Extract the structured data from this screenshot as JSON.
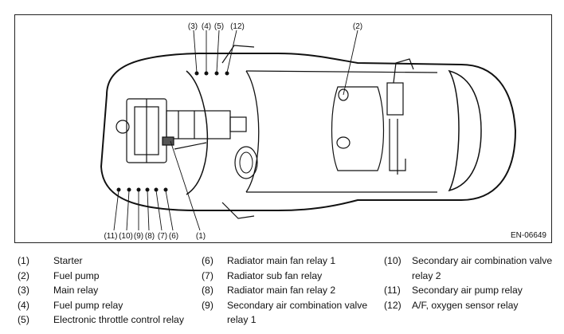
{
  "figure_code": "EN-06649",
  "callouts_top": [
    "(3)",
    "(4)",
    "(5)",
    "(12)"
  ],
  "callout_pump": "(2)",
  "callouts_bottom": [
    "(11)",
    "(10)",
    "(9)",
    "(8)",
    "(7)",
    "(6)"
  ],
  "callout_starter": "(1)",
  "legend": [
    {
      "num": "(1)",
      "text": "Starter"
    },
    {
      "num": "(2)",
      "text": "Fuel pump"
    },
    {
      "num": "(3)",
      "text": "Main relay"
    },
    {
      "num": "(4)",
      "text": "Fuel pump relay"
    },
    {
      "num": "(5)",
      "text": "Electronic throttle control relay"
    },
    {
      "num": "(6)",
      "text": "Radiator main fan relay 1"
    },
    {
      "num": "(7)",
      "text": "Radiator sub fan relay"
    },
    {
      "num": "(8)",
      "text": "Radiator main fan relay 2"
    },
    {
      "num": "(9)",
      "text": "Secondary air combination valve relay 1"
    },
    {
      "num": "(10)",
      "text": "Secondary air combination valve relay 2"
    },
    {
      "num": "(11)",
      "text": "Secondary air pump relay"
    },
    {
      "num": "(12)",
      "text": "A/F, oxygen sensor relay"
    }
  ]
}
